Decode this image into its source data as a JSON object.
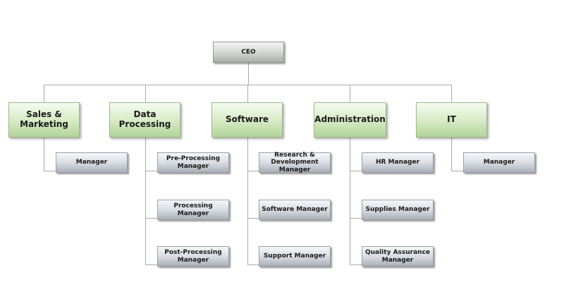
{
  "ceo": {
    "label": "CEO"
  },
  "departments": [
    {
      "label": "Sales &\nMarketing",
      "managers": [
        "Manager"
      ]
    },
    {
      "label": "Data Processing",
      "managers": [
        "Pre-Processing\nManager",
        "Processing Manager",
        "Post-Processing\nManager"
      ]
    },
    {
      "label": "Software",
      "managers": [
        "Research &\nDevelopment Manager",
        "Software Manager",
        "Support Manager"
      ]
    },
    {
      "label": "Administration",
      "managers": [
        "HR Manager",
        "Supplies Manager",
        "Quality Assurance\nManager"
      ]
    },
    {
      "label": "IT",
      "managers": [
        "Manager"
      ]
    }
  ],
  "colors": {
    "connector": "#a7aba7",
    "department_fill": "#d8ecc8",
    "manager_fill": "#d9dde3",
    "ceo_fill": "#d9dbd9"
  }
}
